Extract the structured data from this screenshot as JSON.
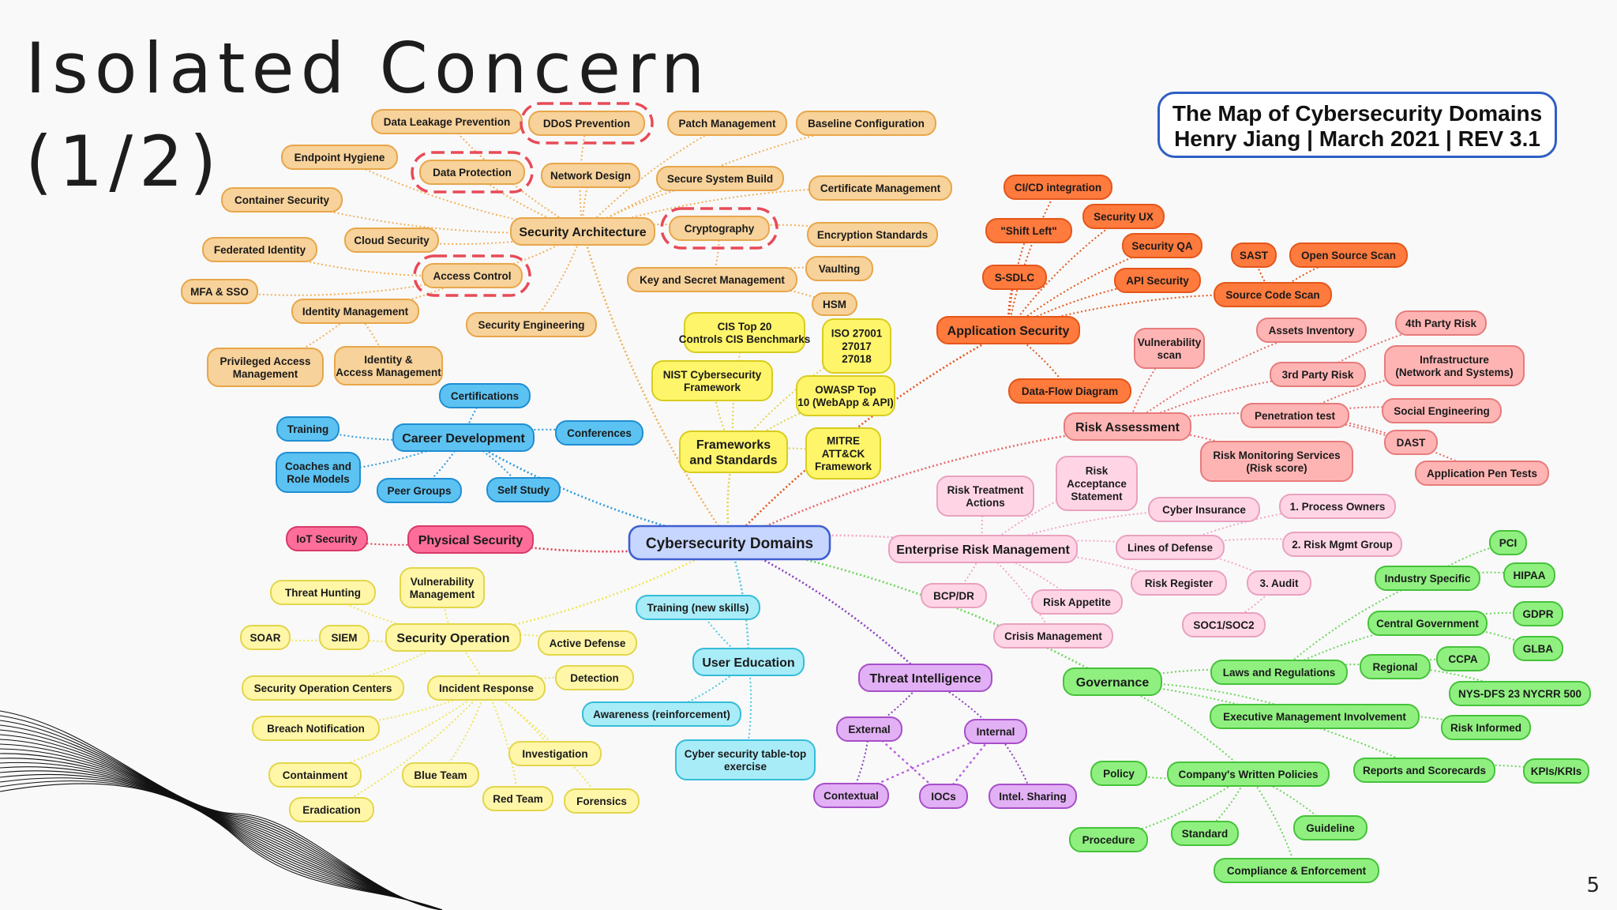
{
  "slide": {
    "title_line1": "Isolated Concern",
    "title_line2": "(1/2)",
    "page_number": "5"
  },
  "map_badge": {
    "line1": "The Map of Cybersecurity Domains",
    "line2": "Henry Jiang | March 2021 | REV 3.1"
  },
  "colors": {
    "architecture": "#f7d29a",
    "appsec": "#ff7a3d",
    "risk": "#ffb4b4",
    "career": "#5cc2f2",
    "physical": "#ff6e9a",
    "frameworks": "#fff56a",
    "securityops": "#fff6a8",
    "education": "#a8ecf8",
    "threat": "#e2b0f4",
    "erm": "#ffd5e6",
    "governance": "#8ff080",
    "center": "#c7d6ff"
  },
  "nodes": {
    "center": "Cybersecurity Domains",
    "sec_arch": "Security Architecture",
    "dlp": "Data Leakage Prevention",
    "ddos": "DDoS Prevention",
    "patch": "Patch Management",
    "baseline": "Baseline Configuration",
    "endpoint": "Endpoint Hygiene",
    "dataprot": "Data Protection",
    "netdesign": "Network Design",
    "securebuild": "Secure System Build",
    "certmgmt": "Certificate Management",
    "container": "Container Security",
    "cloud": "Cloud Security",
    "crypto": "Cryptography",
    "encstd": "Encryption Standards",
    "fedid": "Federated Identity",
    "access": "Access Control",
    "keymgmt": "Key and Secret Management",
    "vaulting": "Vaulting",
    "hsm": "HSM",
    "mfa": "MFA & SSO",
    "idmgmt": "Identity Management",
    "seceng": "Security Engineering",
    "pam": "Privileged Access Management",
    "iam": "Identity & Access Management",
    "cicd": "CI/CD integration",
    "shiftleft": "\"Shift Left\"",
    "secux": "Security UX",
    "secqa": "Security QA",
    "sdlc": "S-SDLC",
    "apisec": "API Security",
    "sast": "SAST",
    "oss": "Open Source Scan",
    "srcscan": "Source Code Scan",
    "appsec": "Application Security",
    "dataflow": "Data-Flow Diagram",
    "vulnscan": "Vulnerability scan",
    "assets": "Assets Inventory",
    "fourth": "4th Party Risk",
    "third": "3rd Party Risk",
    "infra": "Infrastructure (Network and Systems)",
    "pentest": "Penetration test",
    "social": "Social Engineering",
    "riskassess": "Risk Assessment",
    "dast": "DAST",
    "riskmon": "Risk Monitoring Services (Risk score)",
    "apppen": "Application Pen Tests",
    "cis": "CIS Top 20 Controls CIS Benchmarks",
    "iso": "ISO 27001 27017 27018",
    "nist": "NIST Cybersecurity Framework",
    "owasp": "OWASP Top 10 (WebApp & API)",
    "frameworks": "Frameworks and Standards",
    "mitre": "MITRE ATT&CK Framework",
    "certs": "Certifications",
    "training": "Training",
    "career": "Career Development",
    "conferences": "Conferences",
    "coaches": "Coaches and Role Models",
    "peer": "Peer Groups",
    "selfstudy": "Self Study",
    "iot": "IoT Security",
    "physical": "Physical Security",
    "threathunt": "Threat Hunting",
    "vulnmgmt": "Vulnerability Management",
    "soar": "SOAR",
    "siem": "SIEM",
    "secops": "Security Operation",
    "activedef": "Active Defense",
    "soc": "Security Operation Centers",
    "incident": "Incident Response",
    "detection": "Detection",
    "breach": "Breach Notification",
    "investigation": "Investigation",
    "containment": "Containment",
    "blueteam": "Blue Team",
    "redteam": "Red Team",
    "forensics": "Forensics",
    "eradication": "Eradication",
    "trainnew": "Training (new skills)",
    "usered": "User Education",
    "awareness": "Awareness (reinforcement)",
    "tabletop": "Cyber security table-top exercise",
    "riskaccept": "Risk Acceptance Statement",
    "risktreat": "Risk Treatment Actions",
    "cyberins": "Cyber Insurance",
    "procowners": "1. Process Owners",
    "erm": "Enterprise Risk Management",
    "lines": "Lines of Defense",
    "riskmgmtgrp": "2. Risk Mgmt Group",
    "bcp": "BCP/DR",
    "appetite": "Risk Appetite",
    "register": "Risk Register",
    "audit": "3. Audit",
    "crisis": "Crisis Management",
    "soc12": "SOC1/SOC2",
    "ti": "Threat Intelligence",
    "external": "External",
    "internal": "Internal",
    "contextual": "Contextual",
    "iocs": "IOCs",
    "intelshare": "Intel. Sharing",
    "pci": "PCI",
    "industry": "Industry Specific",
    "hipaa": "HIPAA",
    "gdpr": "GDPR",
    "central": "Central Government",
    "glba": "GLBA",
    "ccpa": "CCPA",
    "laws": "Laws and Regulations",
    "regional": "Regional",
    "nydfs": "NYS-DFS 23 NYCRR 500",
    "governance": "Governance",
    "execmgmt": "Executive Management Involvement",
    "riskinformed": "Risk Informed",
    "policy": "Policy",
    "written": "Company's Written Policies",
    "reports": "Reports and Scorecards",
    "kpis": "KPIs/KRIs",
    "guideline": "Guideline",
    "procedure": "Procedure",
    "standard": "Standard",
    "compliance": "Compliance & Enforcement"
  }
}
